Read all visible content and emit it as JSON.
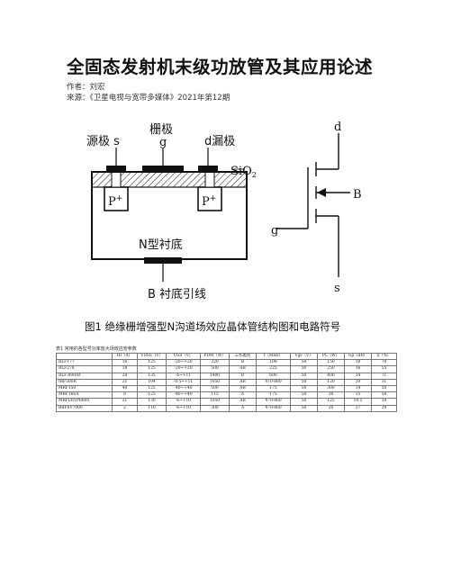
{
  "article": {
    "title": "全固态发射机末级功放管及其应用论述",
    "author": "作者：刘宏",
    "source": "来源：《卫星电视与宽带多媒体》2021年第12期"
  },
  "figure": {
    "labels": {
      "source": "源极 s",
      "gate": "栅极",
      "gate_sym": "g",
      "drain": "d漏极",
      "sio2": "SiO",
      "sio2_sub": "2",
      "p_left": "P",
      "p_right": "P",
      "p_sup": "+",
      "n_sub": "N型衬底",
      "b_sub": "B 衬底引线",
      "sym_d": "d",
      "sym_g": "g",
      "sym_b": "B",
      "sym_s": "s"
    },
    "caption": "图1 绝缘栅增强型N沟道场效应晶体管结构图和电路符号"
  },
  "table": {
    "title": "表1 常用的各型号功率放大场效应管参数",
    "headers": [
      "",
      "ID（A）",
      "VDSS（V）",
      "VGS（V）",
      "PDM（W）",
      "工作类别",
      "f（MHz）",
      "Vgs（V）",
      "PL（W）",
      "Gp（dB）",
      "η（%）"
    ],
    "rows": [
      [
        "BLF177",
        "16",
        "125",
        "-20~+20",
        "220",
        "B",
        "108",
        "50",
        "150",
        "19",
        "70"
      ],
      [
        "BLF278",
        "18",
        "125",
        "-20~+20",
        "500",
        "AB",
        "225",
        "50",
        "250",
        "16",
        "55"
      ],
      [
        "BLF369DR",
        "28",
        "135",
        "-6~+11",
        "1400",
        "B",
        "600",
        "50",
        "400",
        "24",
        "71"
      ],
      [
        "IRF500R",
        "21",
        "104",
        "-0.5~+11",
        "1050",
        "AB",
        "470-880",
        "50",
        "120",
        "20",
        "31"
      ],
      [
        "MRF150",
        "40",
        "125",
        "-40~+40",
        "500",
        "AB",
        "175",
        "50",
        "300",
        "14",
        "50"
      ],
      [
        "MRF166A",
        "8",
        "125",
        "-40~+40",
        "115",
        "A",
        "175",
        "50",
        "30",
        "15",
        "50"
      ],
      [
        "MRFE6VP6600",
        "21",
        "130",
        "-6~+10",
        "1050",
        "AB",
        "470-860",
        "50",
        "125",
        "19.5",
        "30"
      ],
      [
        "BRF6V7000",
        "2",
        "110",
        "-6~+10",
        "300",
        "A",
        "470-860",
        "50",
        "20",
        "27",
        "29"
      ]
    ]
  }
}
